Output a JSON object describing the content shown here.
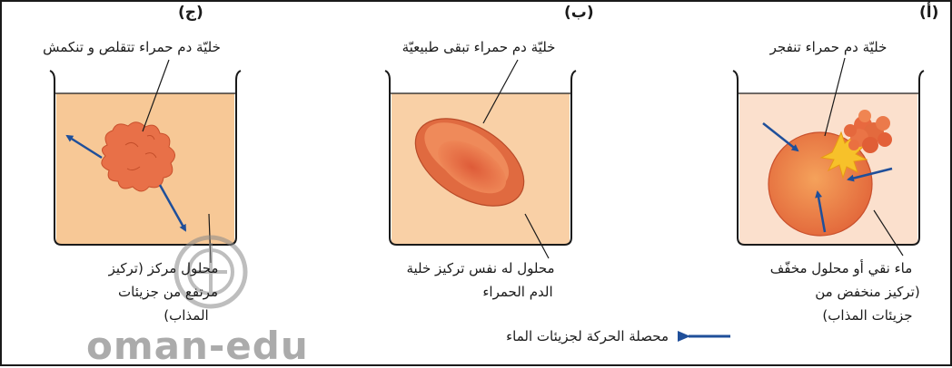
{
  "panels": {
    "a": {
      "id": "(أ)",
      "cell_label": "خليّة دم حمراء تنفجر",
      "solution_label": [
        "ماء نقي أو محلول مخفّف",
        "(تركيز منخفض من",
        "جزيئات المذاب)"
      ]
    },
    "b": {
      "id": "(ب)",
      "cell_label": "خليّة دم حمراء تبقى طبيعيّة",
      "solution_label": [
        "محلول له نفس تركيز خلية",
        "الدم الحمراء"
      ]
    },
    "c": {
      "id": "(ج)",
      "cell_label": "خليّة دم حمراء تتقلص و تنكمش",
      "solution_label": [
        "محلول مركز (تركيز",
        "مرتفع من جزيئات",
        "المذاب)"
      ]
    }
  },
  "legend": {
    "text": "محصلة الحركة لجزيئات الماء"
  },
  "watermark": {
    "text": "oman-edu"
  },
  "colors": {
    "arrow": "#1f4f9a",
    "hypotonic_fill": "#fbe0cd",
    "isotonic_fill": "#f9d0a6",
    "hypertonic_fill": "#f7c896",
    "cell": "#e2703f",
    "cell_light": "#f29a5a",
    "burst": "#f7c12a"
  }
}
